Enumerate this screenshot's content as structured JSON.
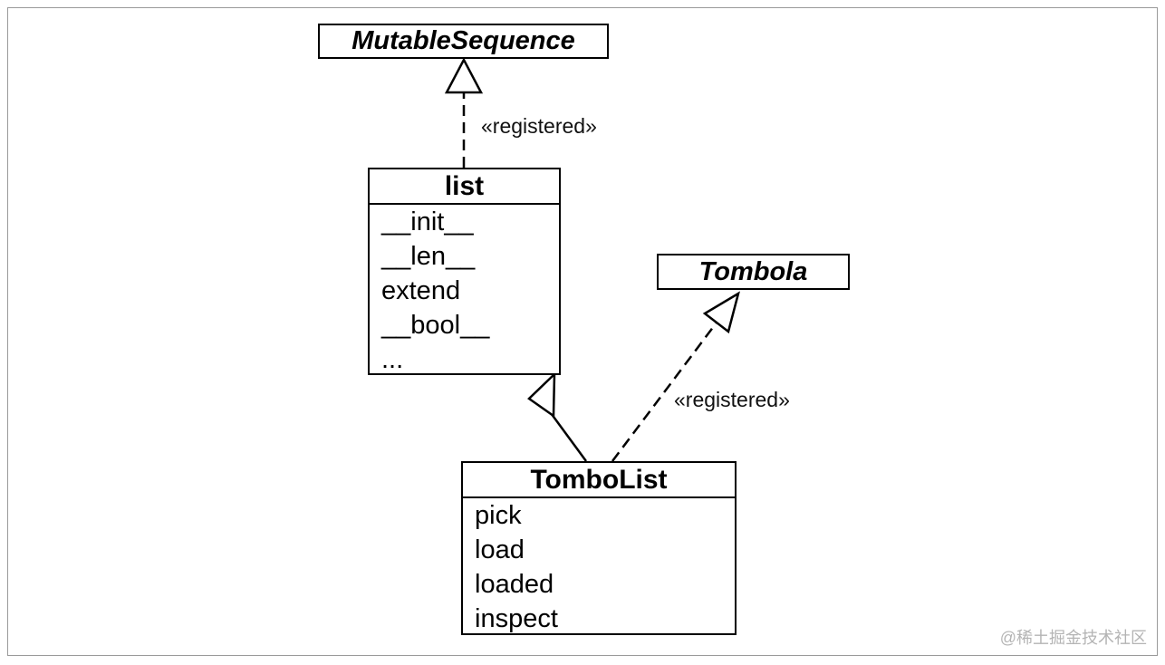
{
  "classes": {
    "mutable_sequence": {
      "name": "MutableSequence"
    },
    "tombola": {
      "name": "Tombola"
    },
    "list": {
      "name": "list",
      "members": [
        "__init__",
        "__len__",
        "extend",
        "__bool__",
        "..."
      ]
    },
    "tombolist": {
      "name": "TomboList",
      "members": [
        "pick",
        "load",
        "loaded",
        "inspect"
      ]
    }
  },
  "relations": {
    "list_to_mutable_sequence": {
      "stereotype": "«registered»"
    },
    "tombolist_to_tombola": {
      "stereotype": "«registered»"
    }
  },
  "watermark": "@稀土掘金技术社区"
}
